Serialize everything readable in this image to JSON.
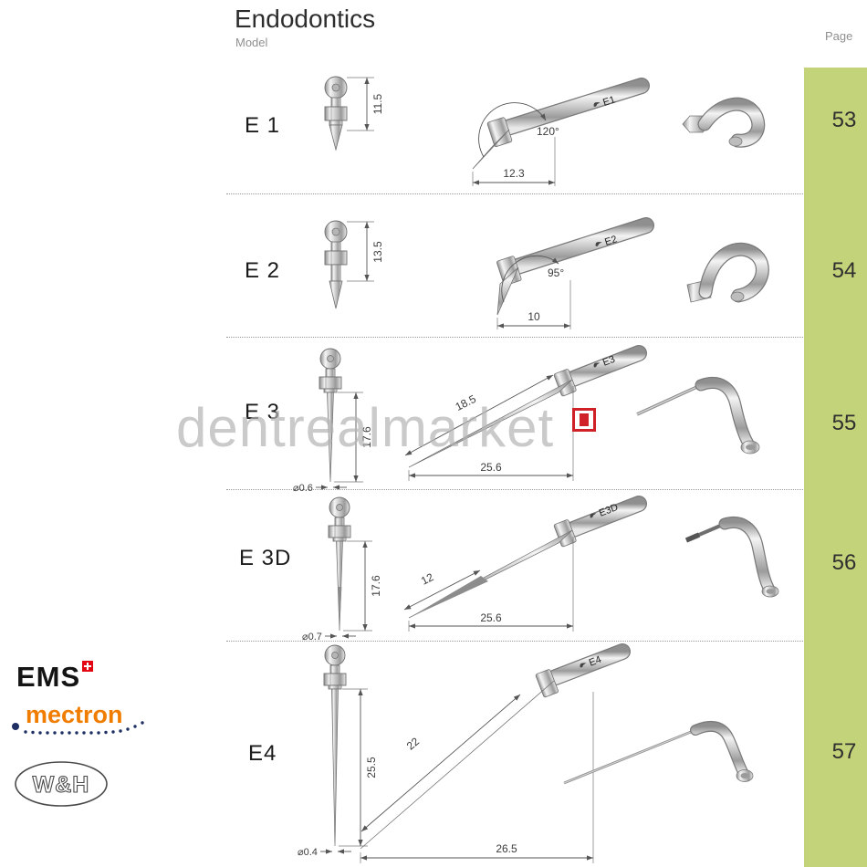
{
  "header": {
    "title": "Endodontics",
    "subtitle": "Model",
    "page_label": "Page"
  },
  "watermark": "dentrealmarket",
  "accent_colors": {
    "page_bar_green": "#c3d379",
    "mectron_orange": "#f07c00",
    "ems_red": "#e30613"
  },
  "icons": {
    "ems-swiss-cross-icon": "white plus on red square",
    "brand-glyph-icon": "manufacturer mark printed on tip shaft"
  },
  "rows": [
    {
      "model": "E 1",
      "tip_label": "E1",
      "page": "53",
      "dims": {
        "height": "11.5",
        "angle": "120°",
        "width": "12.3"
      }
    },
    {
      "model": "E 2",
      "tip_label": "E2",
      "page": "54",
      "dims": {
        "height": "13.5",
        "angle": "95°",
        "width": "10"
      }
    },
    {
      "model": "E 3",
      "tip_label": "E3",
      "page": "55",
      "dims": {
        "height": "17.6",
        "diameter": "⌀0.6",
        "slant": "18.5",
        "width": "25.6"
      }
    },
    {
      "model": "E 3D",
      "tip_label": "E3D",
      "page": "56",
      "dims": {
        "height": "17.6",
        "diameter": "⌀0.7",
        "slant": "12",
        "width": "25.6"
      }
    },
    {
      "model": "E4",
      "tip_label": "E4",
      "page": "57",
      "dims": {
        "height": "25.5",
        "diameter": "⌀0.4",
        "slant": "22",
        "width": "26.5"
      }
    }
  ],
  "logos": {
    "ems": "EMS",
    "mectron": "mectron",
    "wh": "W&H"
  }
}
